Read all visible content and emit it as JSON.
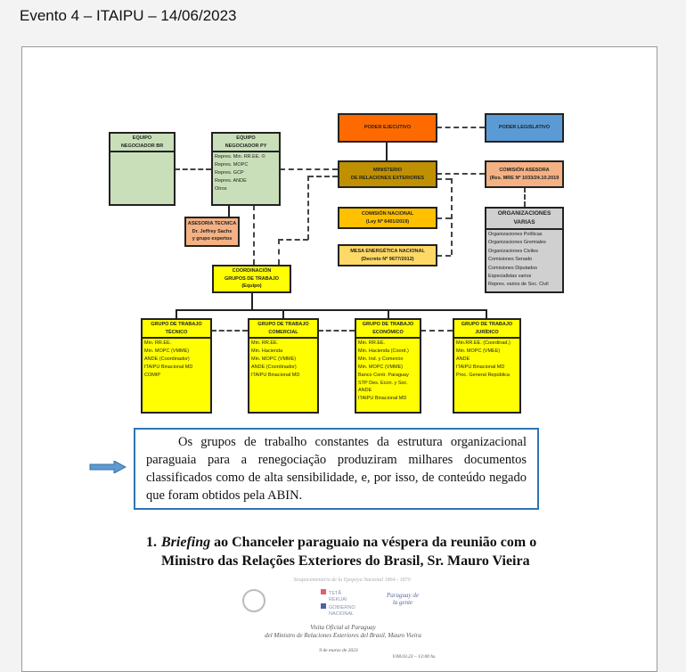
{
  "title": "Evento 4 – ITAIPU – 14/06/2023",
  "org": {
    "br": {
      "title1": "EQUIPO",
      "title2": "NEGOCIADOR BR"
    },
    "py": {
      "title1": "EQUIPO",
      "title2": "NEGOCIADOR PY",
      "items": [
        "Repres. Min. RR.EE. ©",
        "Repres. MOPC",
        "Repres. GCP",
        "Repres. ANDE",
        "Otros"
      ]
    },
    "asesoria": [
      "ASESORIA TECNICA",
      "Dr. Jeffrey Sachs",
      "y grupo expertos"
    ],
    "coordinacion": [
      "COORDINACIÓN",
      "GRUPOS DE TRABAJO",
      "(Equipo)"
    ],
    "ejecutivo": "PODER EJECUTIVO",
    "legislativo": "PODER LEGISLATIVO",
    "ministerio": [
      "MINISTERIO",
      "DE RELACIONES EXTERIORES"
    ],
    "comision_nacional": [
      "COMISIÓN NACIONAL",
      "(Ley Nº 6401/2019)"
    ],
    "mesa": [
      "MESA ENERGÉTICA NACIONAL",
      "(Decreto Nº 9677/2012)"
    ],
    "comision_asesora": [
      "COMISIÓN ASESORA",
      "(Res. MRE Nº 1033/24.10.2019"
    ],
    "organizaciones": {
      "title1": "ORGANIZACIONES",
      "title2": "VARIAS",
      "items": [
        "Organizaciones Políticas",
        "Organizaciones Gremiales",
        "Organizaciones Civiles",
        "Comisiones Senado",
        "Comisiones Diputados",
        "Especialistas varios",
        "Repres. varios de Soc. Civil"
      ]
    },
    "grupos": [
      {
        "t1": "GRUPO DE TRABAJO",
        "t2": "TÉCNICO",
        "items": [
          "Min. RR.EE.",
          "Min. MOPC (VMME)",
          "ANDE (Coordinador)",
          "ITAIPU Binacional MD",
          "COMIP"
        ]
      },
      {
        "t1": "GRUPO DE TRABAJO",
        "t2": "COMERCIAL",
        "items": [
          "Min. RR.EE.",
          "Min. Hacienda",
          "Min. MOPC (VMME)",
          "ANDE (Coordinador)",
          "ITAIPU Binacional MD"
        ]
      },
      {
        "t1": "GRUPO DE TRABAJO",
        "t2": "ECONÓMICO",
        "items": [
          "Min. RR.EE.",
          "Min. Hacienda (Coord.)",
          "Min. Ind. y Comercio",
          "Min. MOPC (VMME)",
          "Banco Centr. Paraguay",
          "STP Des. Econ. y Soc.",
          "ANDE",
          "ITAIPU Binacional MD"
        ]
      },
      {
        "t1": "GRUPO DE TRABAJO",
        "t2": "JURÍDICO",
        "items": [
          "Min.RR.EE. (Coordinad.)",
          "Min. MOPC (VMEE)",
          "ANDE",
          "ITAIPU Binacional MD",
          "Proc. General República"
        ]
      }
    ]
  },
  "note": "Os grupos de trabalho constantes da estrutura organizacional paraguaia para a renegociação produziram milhares documentos classificados como de alta sensibilidade, e, por isso, de conteúdo negado que foram obtidos pela ABIN.",
  "heading": {
    "number": "1.",
    "italic": "Briefing",
    "rest": " ao Chanceler paraguaio na véspera da reunião com o Ministro das Relações Exteriores do Brasil, Sr. Mauro Vieira"
  },
  "footer": {
    "motto": "Sesquicentenario de la Epopeya Nacional 1864 - 1870",
    "gov1": "TETÃ",
    "gov2": "REKUÁI",
    "gov3": "GOBIERNO",
    "gov4": "NACIONAL",
    "slogan": "Paraguay de la gente",
    "visit1": "Visita Oficial al Paraguay",
    "visit2": "del Ministro de Relaciones Exteriores del Brasil, Mauro Vieira",
    "date": "9 de marzo de 2023",
    "ref": "V.08.03.23 – 13:00 hs."
  }
}
